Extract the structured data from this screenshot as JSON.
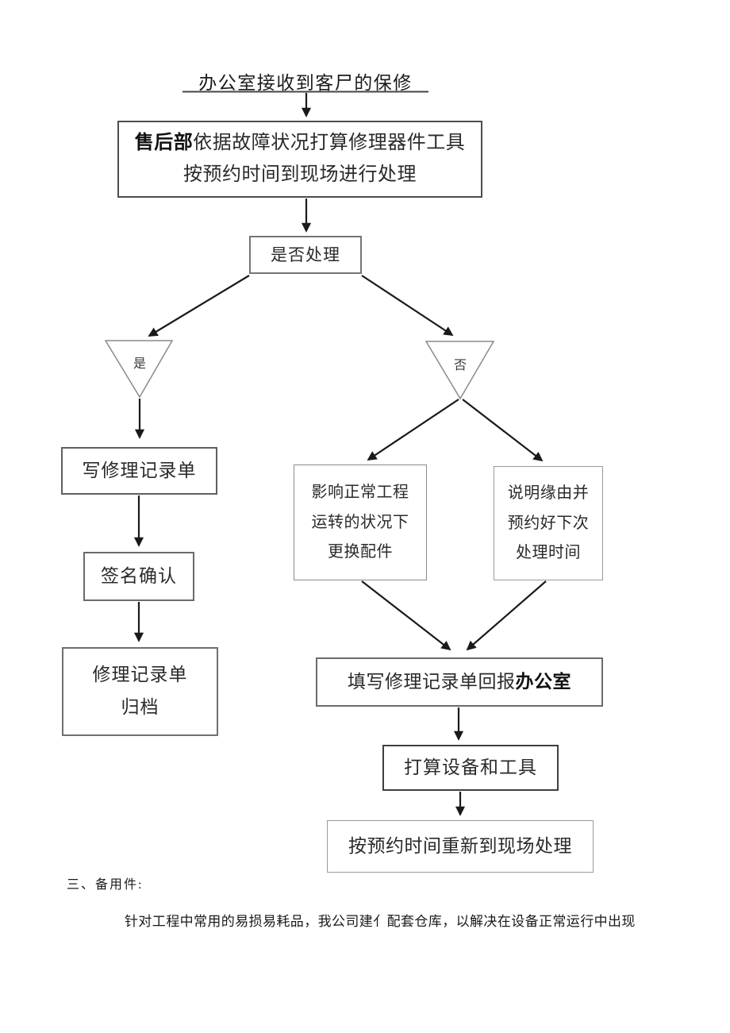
{
  "flowchart": {
    "start_label": "办公室接收到客尸的保修",
    "aftersales": {
      "bold": "售后部",
      "line1": "依据故障状况打算修理器件工具",
      "line2": "按预约时间到现场进行处理"
    },
    "decision": "是否处理",
    "yes": "是",
    "no": "否",
    "write_record": "写修理记录单",
    "sign_confirm": "签名确认",
    "archive": {
      "line1": "修理记录单",
      "line2": "归档"
    },
    "replace_parts": {
      "line1": "影响正常工程",
      "line2": "运转的状况下",
      "line3": "更换配件"
    },
    "explain_reschedule": {
      "line1": "说明缘由并",
      "line2": "预约好下次",
      "line3": "处理时间"
    },
    "report": {
      "normal": "填写修理记录单回报",
      "bold": "办公室"
    },
    "prepare": "打算设备和工具",
    "revisit": "按预约时间重新到现场处理"
  },
  "footer": {
    "heading": "三、备用件:",
    "paragraph": "针对工程中常用的易损易耗品，我公司建亻配套仓库，以解决在设备正常运行中出现"
  },
  "colors": {
    "line": "#1a1a1a",
    "box_border": "#6b6b6b",
    "background": "#ffffff"
  }
}
